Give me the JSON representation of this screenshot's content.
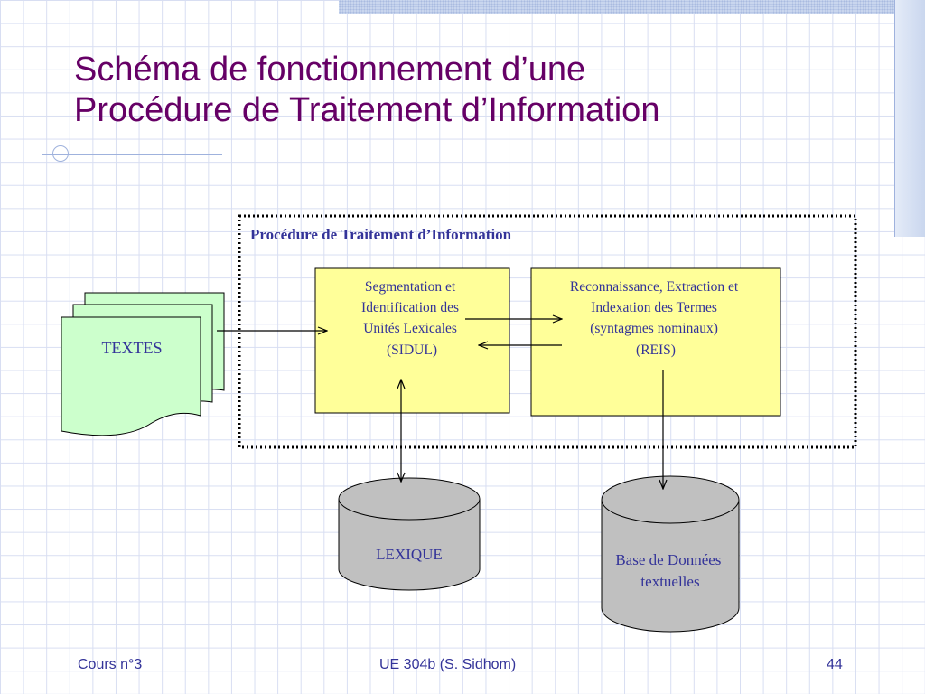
{
  "slide": {
    "title_line1": "Schéma de fonctionnement d’une",
    "title_line2": "Procédure de Traitement d’Information"
  },
  "diagram": {
    "container_label": "Procédure de Traitement d’Information",
    "textes": "TEXTES",
    "sidul": [
      "Segmentation et",
      "Identification des",
      "Unités Lexicales",
      "(SIDUL)"
    ],
    "reis": [
      "Reconnaissance, Extraction et",
      "Indexation des Termes",
      "(syntagmes nominaux)",
      "(REIS)"
    ],
    "lexique": "LEXIQUE",
    "database": [
      "Base de Données",
      "textuelles"
    ]
  },
  "footer": {
    "left": "Cours n°3",
    "center": "UE 304b (S. Sidhom)",
    "right": "44"
  },
  "colors": {
    "title": "#660066",
    "text_blue": "#333399",
    "process_fill": "#ffff99",
    "document_fill": "#ccffcc",
    "cylinder_fill": "#c0c0c0"
  }
}
